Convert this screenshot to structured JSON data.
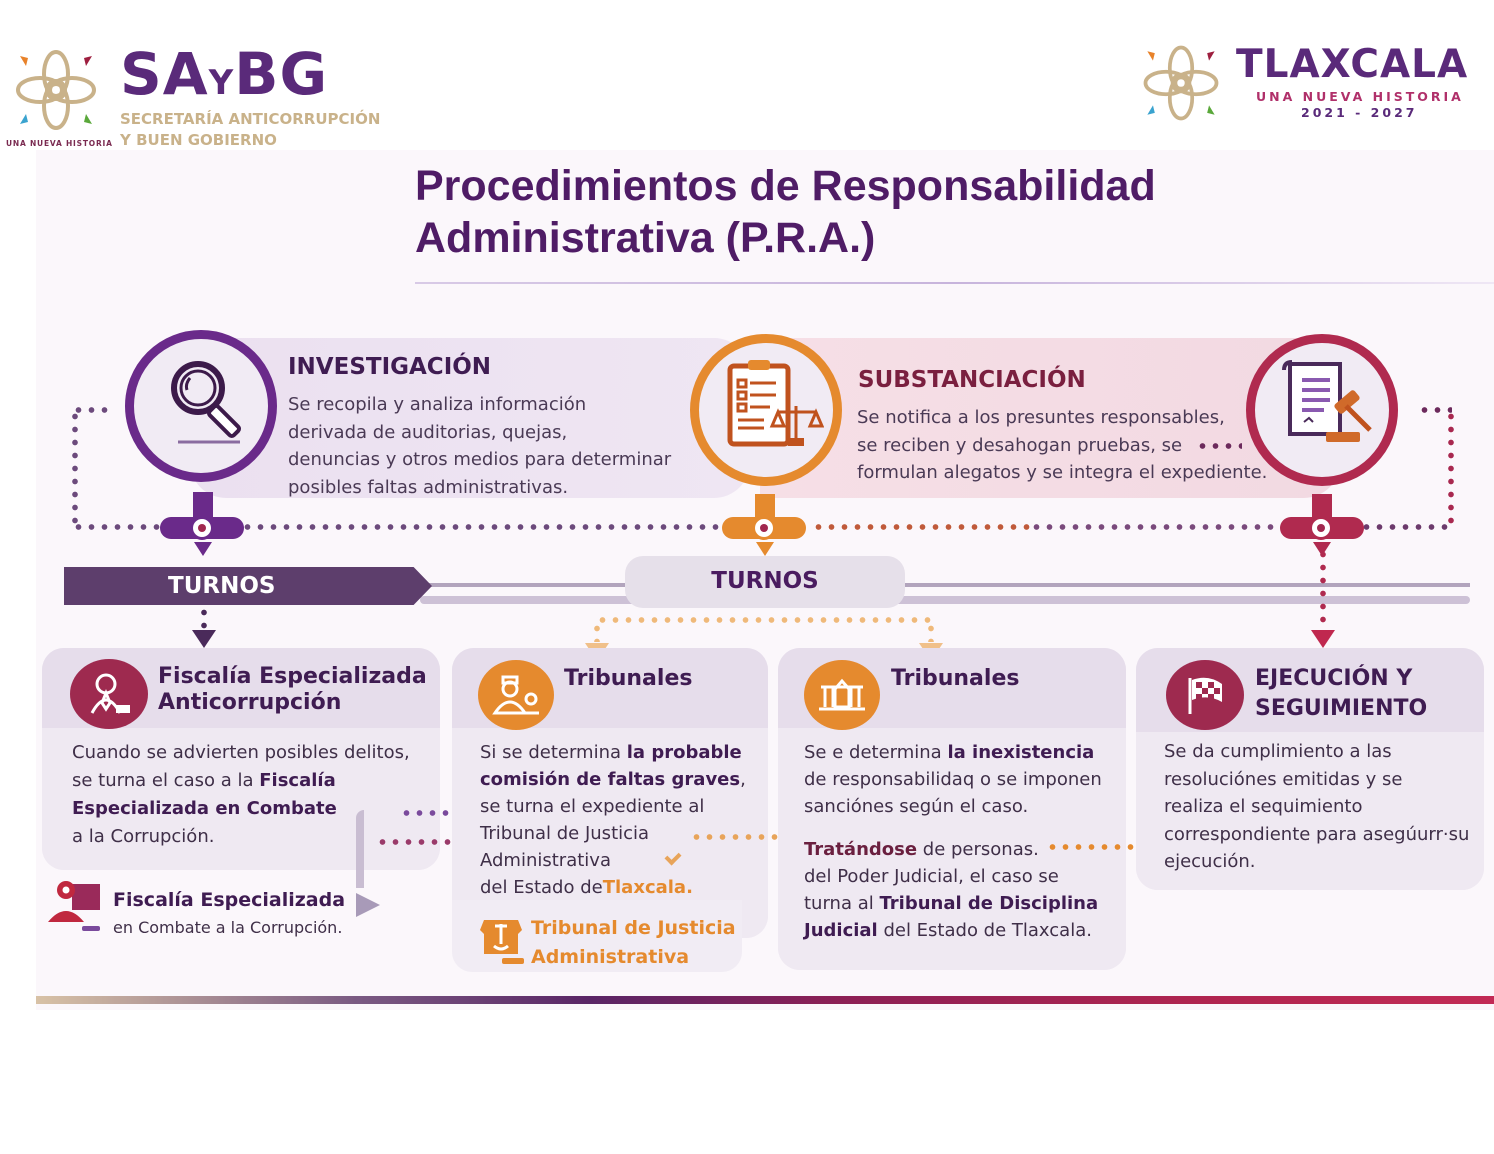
{
  "header": {
    "left_logo": {
      "acronym_main": "SA",
      "acronym_small": "Y",
      "acronym_end": "BG",
      "subtitle_line1": "SECRETARÍA ANTICORRUPCIÓN",
      "subtitle_line2": "Y BUEN GOBIERNO",
      "tagline": "UNA NUEVA HISTORIA"
    },
    "right_logo": {
      "name": "TLAXCALA",
      "tagline": "UNA NUEVA HISTORIA",
      "years": "2021 - 2027"
    }
  },
  "title": {
    "line1": "Procedimientos de Responsabilidad",
    "line2": "Administrativa (P.R.A.)"
  },
  "colors": {
    "purple": "#5a2a7a",
    "orange": "#e58a2e",
    "crimson": "#b02a4f",
    "gold": "#c9b28a"
  },
  "stages": [
    {
      "id": "investigacion",
      "icon": "magnifier-icon",
      "title": "INVESTIGACIÓN",
      "lines": [
        "Se recopila y analiza información",
        "derivada de auditorias, quejas,",
        "denuncias y otros medios para determinar",
        "posibles faltas administrativas."
      ]
    },
    {
      "id": "substanciacion",
      "icon": "clipboard-scales-icon",
      "title": "SUBSTANCIACIÓN",
      "lines": [
        "Se notifica a los presuntes responsables,",
        "se reciben y desahogan pruebas, se",
        "formulan alegatos y se integra el expediente."
      ]
    },
    {
      "id": "resolucion",
      "icon": "scroll-gavel-icon"
    }
  ],
  "turnos": {
    "left_label": "TURNOS",
    "center_label": "TURNOS"
  },
  "cards": [
    {
      "icon": "prosecutor-icon",
      "title_line1": "Fiscalía Especializada",
      "title_line2": "Anticorrupción",
      "text": [
        {
          "t": "Cuando se advierten posibles delitos,",
          "b": ""
        },
        {
          "t": "se turna el caso a la ",
          "b": "Fiscalía"
        },
        {
          "t": "",
          "b": "Especializada en Combate"
        },
        {
          "t": "a la Corrupción.",
          "b": ""
        }
      ],
      "footer_title": "Fiscalía Especializada",
      "footer_sub": "en Combate a la Corrupción."
    },
    {
      "icon": "judge-icon",
      "title": "Tribunales",
      "text": [
        {
          "t": "Si se determina ",
          "b": "la probable"
        },
        {
          "t": "",
          "b": "comisión de faltas graves",
          "after": ","
        },
        {
          "t": "se turna el expediente al",
          "b": ""
        },
        {
          "t": "Tribunal de Justicia",
          "b": ""
        },
        {
          "t": "Administrativa",
          "b": ""
        },
        {
          "t": "del Estado de",
          "o": "Tlaxcala."
        }
      ],
      "footer_title_line1": "Tribunal de Justicia",
      "footer_title_line2": "Administrativa"
    },
    {
      "icon": "courthouse-icon",
      "title": "Tribunales",
      "text": [
        {
          "t": "Se e determina ",
          "b": "la inexistencia"
        },
        {
          "t": "de responsabilidaq o se imponen",
          "b": ""
        },
        {
          "t": "sanciónes según el caso.",
          "b": ""
        }
      ],
      "text2": [
        {
          "t": "",
          "b": "Tratándose",
          "after": " de personas."
        },
        {
          "t": "del Poder Judicial, el caso se",
          "b": ""
        },
        {
          "t": "turna al ",
          "b": "Tribunal de Disciplina"
        },
        {
          "t": "",
          "b": "Judicial",
          "after": " del Estado de Tlaxcala."
        }
      ]
    },
    {
      "icon": "checkered-flag-icon",
      "title_line1": "EJECUCIÓN Y",
      "title_line2": "SEGUIMIENTO",
      "text": [
        "Se da cumplimiento a las",
        "resoluciónes emitidas y se",
        "realiza el sequimiento",
        "correspondiente para asegúurr·su",
        "ejecución."
      ]
    }
  ]
}
